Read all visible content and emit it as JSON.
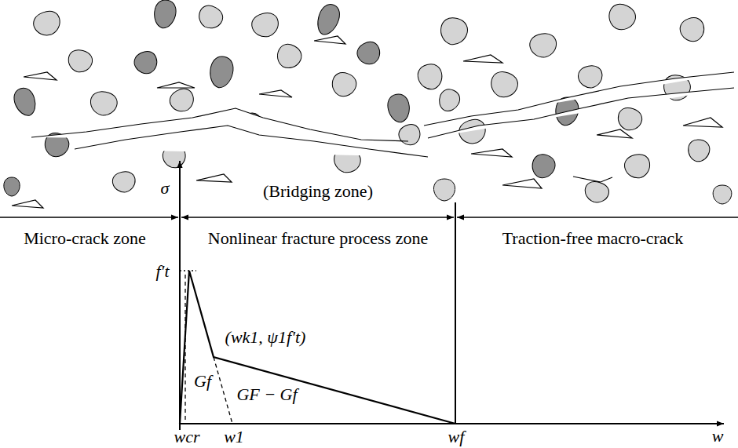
{
  "diagram": {
    "labels": [
      "σ",
      "(Bridging zone)",
      "Micro-crack zone",
      "Nonlinear fracture process zone",
      "Traction-free macro-crack",
      "f′t",
      "(wk1, ψ1f′t)",
      "Gf",
      "GF − Gf",
      "wcr",
      "w1",
      "wf",
      "w"
    ]
  }
}
